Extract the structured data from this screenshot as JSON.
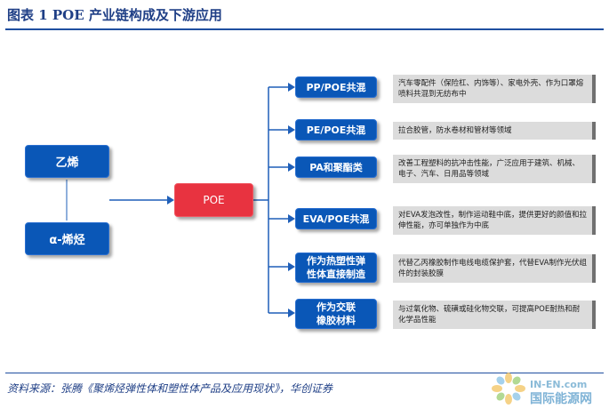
{
  "title": "图表 1   POE 产业链构成及下游应用",
  "source": "资料来源：张腾《聚烯烃弹性体和塑性体产品及应用现状》，华创证券",
  "inputs": [
    {
      "label": "乙烯"
    },
    {
      "label": "α-烯烃"
    }
  ],
  "center": {
    "label": "POE"
  },
  "branches": [
    {
      "label": "PP/POE共混",
      "desc": "汽车零配件（保险杠、内饰等）、家电外壳、作为口罩熔喷料共混到无纺布中"
    },
    {
      "label": "PE/POE共混",
      "desc": "拉合胶管，防水卷材和管材等领域"
    },
    {
      "label": "PA和聚酯类",
      "desc": "改善工程塑料的抗冲击性能，广泛应用于建筑、机械、电子、汽车、日用品等领域"
    },
    {
      "label": "EVA/POE共混",
      "desc": "对EVA发泡改性，制作运动鞋中底，提供更好的颜值和拉伸性能，亦可单独作为中底"
    },
    {
      "label": "作为热塑性弹性体直接制造",
      "desc": "代替乙丙橡胶制作电线电缆保护套，代替EVA制作光伏组件的封装胶膜"
    },
    {
      "label": "作为交联橡胶材料",
      "desc": "与过氧化物、硫磺或硅化物交联，可提高POE耐热和耐化学品性能"
    }
  ],
  "logo": {
    "top": "IN-EN.com",
    "main": "国际能源网"
  },
  "colors": {
    "blue": "#0a57b7",
    "red": "#e83340",
    "line": "#1f5fb8",
    "desc_bg": "#dcdcdc"
  }
}
